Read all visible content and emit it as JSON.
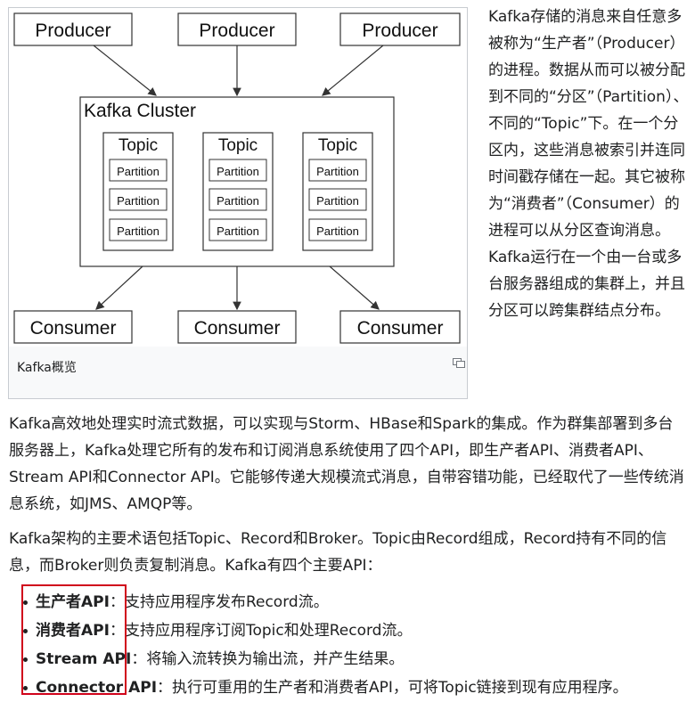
{
  "figure": {
    "producers": [
      "Producer",
      "Producer",
      "Producer"
    ],
    "cluster_label": "Kafka Cluster",
    "topics": [
      {
        "label": "Topic",
        "partitions": [
          "Partition",
          "Partition",
          "Partition"
        ]
      },
      {
        "label": "Topic",
        "partitions": [
          "Partition",
          "Partition",
          "Partition"
        ]
      },
      {
        "label": "Topic",
        "partitions": [
          "Partition",
          "Partition",
          "Partition"
        ]
      }
    ],
    "consumers": [
      "Consumer",
      "Consumer",
      "Consumer"
    ],
    "caption": "Kafka概览",
    "magnify_icon": "magnify-icon"
  },
  "side_text": "Kafka存储的消息来自任意多被称为“生产者”（Producer）的进程。数据从而可以被分配到不同的“分区”（Partition）、不同的“Topic”下。在一个分区内，这些消息被索引并连同时间戳存储在一起。其它被称为“消费者”（Consumer）的进程可以从分区查询消息。Kafka运行在一个由一台或多台服务器组成的集群上，并且分区可以跨集群结点分布。",
  "paragraph1": "Kafka高效地处理实时流式数据，可以实现与Storm、HBase和Spark的集成。作为群集部署到多台服务器上，Kafka处理它所有的发布和订阅消息系统使用了四个API，即生产者API、消费者API、Stream API和Connector API。它能够传递大规模流式消息，自带容错功能，已经取代了一些传统消息系统，如JMS、AMQP等。",
  "paragraph2": "Kafka架构的主要术语包括Topic、Record和Broker。Topic由Record组成，Record持有不同的信息，而Broker则负责复制消息。Kafka有四个主要API：",
  "apis": [
    {
      "term": "生产者API",
      "desc": "：支持应用程序发布Record流。"
    },
    {
      "term": "消费者API",
      "desc": "：支持应用程序订阅Topic和处理Record流。"
    },
    {
      "term": "Stream API",
      "desc": "：将输入流转换为输出流，并产生结果。"
    },
    {
      "term": "Connector API",
      "desc": "：执行可重用的生产者和消费者API，可将Topic链接到现有应用程序。"
    }
  ],
  "highlight_color": "#d0021b"
}
